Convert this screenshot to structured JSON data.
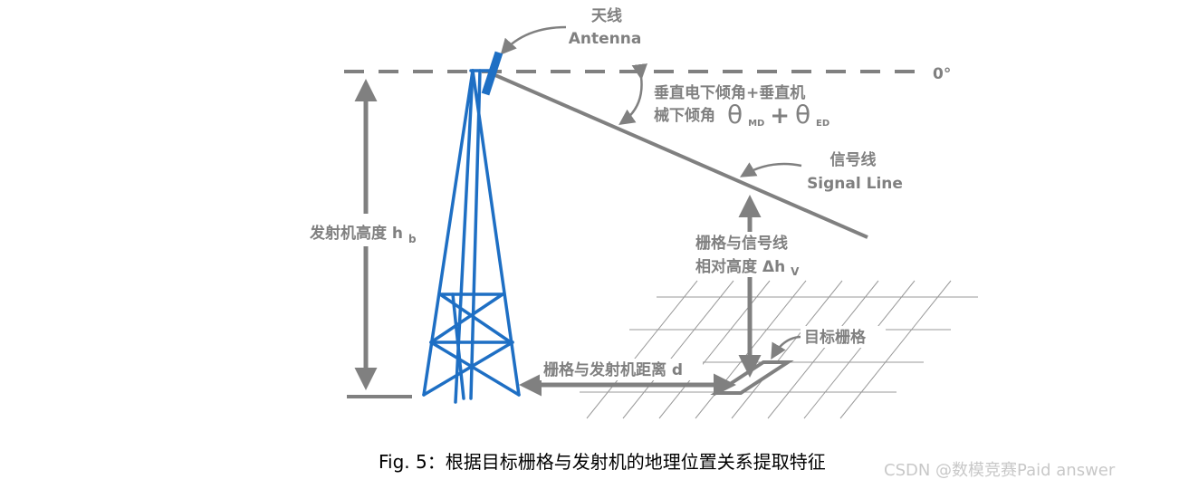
{
  "labels": {
    "antenna_cn": "天线",
    "antenna_en": "Antenna",
    "zero_degree": "0°",
    "tilt_line1": "垂直电下倾角+垂直机",
    "tilt_line2": "械下倾角",
    "theta_sym": "θ",
    "theta_md_sub": "MD",
    "plus": "+",
    "theta_ed_sub": "ED",
    "signal_cn": "信号线",
    "signal_en": "Signal Line",
    "height_label": "发射机高度 h",
    "height_sub": "b",
    "rel_height_line1": "栅格与信号线",
    "rel_height_line2": "相对高度 Δh",
    "rel_height_sub": "V",
    "target_grid": "目标栅格",
    "distance_label": "栅格与发射机距离 d"
  },
  "caption": "Fig. 5：根据目标栅格与发射机的地理位置关系提取特征",
  "watermark": "CSDN @数模竞赛Paid answer",
  "colors": {
    "tower": "#1e6fc4",
    "gray": "#808080",
    "caption": "#000000"
  }
}
